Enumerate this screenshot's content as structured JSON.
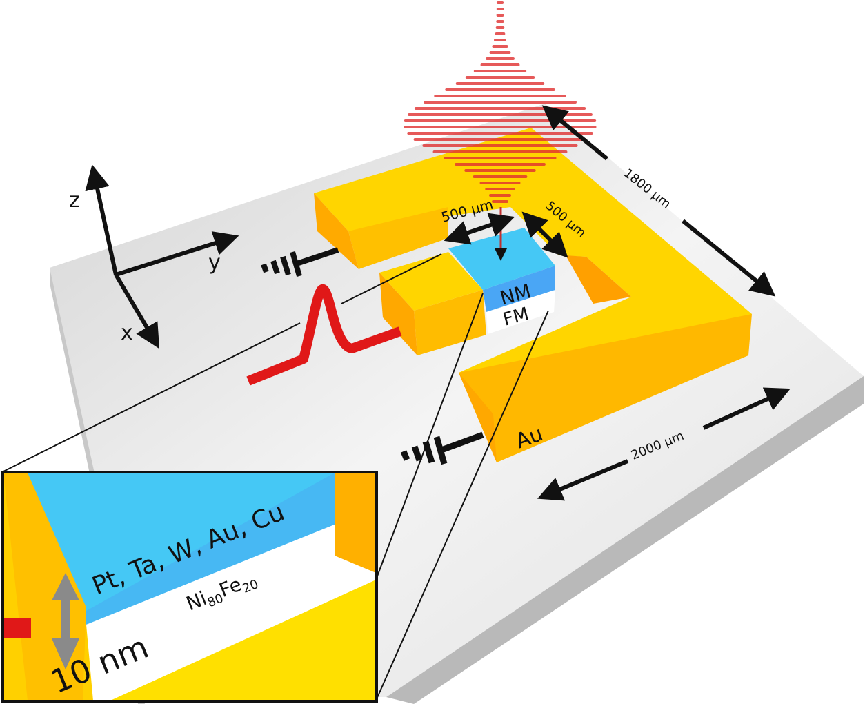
{
  "axes": {
    "z": "z",
    "y": "y",
    "x": "x"
  },
  "dimensions": {
    "gap_width": "500 µm",
    "gap_length": "500 µm",
    "length_1800": "1800 µm",
    "length_2000": "2000 µm"
  },
  "layers": {
    "nm": "NM",
    "fm": "FM"
  },
  "electrode": "Au",
  "inset": {
    "nm_materials": "Pt, Ta, W, Au, Cu",
    "fm_material_base": "Ni",
    "fm_sub1": "80",
    "fm_material_mid": "Fe",
    "fm_sub2": "20",
    "thickness": "10 nm"
  },
  "colors": {
    "gold": "#ffd200",
    "gold_dark": "#ffb400",
    "nm_blue": "#45c8f5",
    "laser_red": "#e02020",
    "substrate": "#e6e6e6"
  }
}
